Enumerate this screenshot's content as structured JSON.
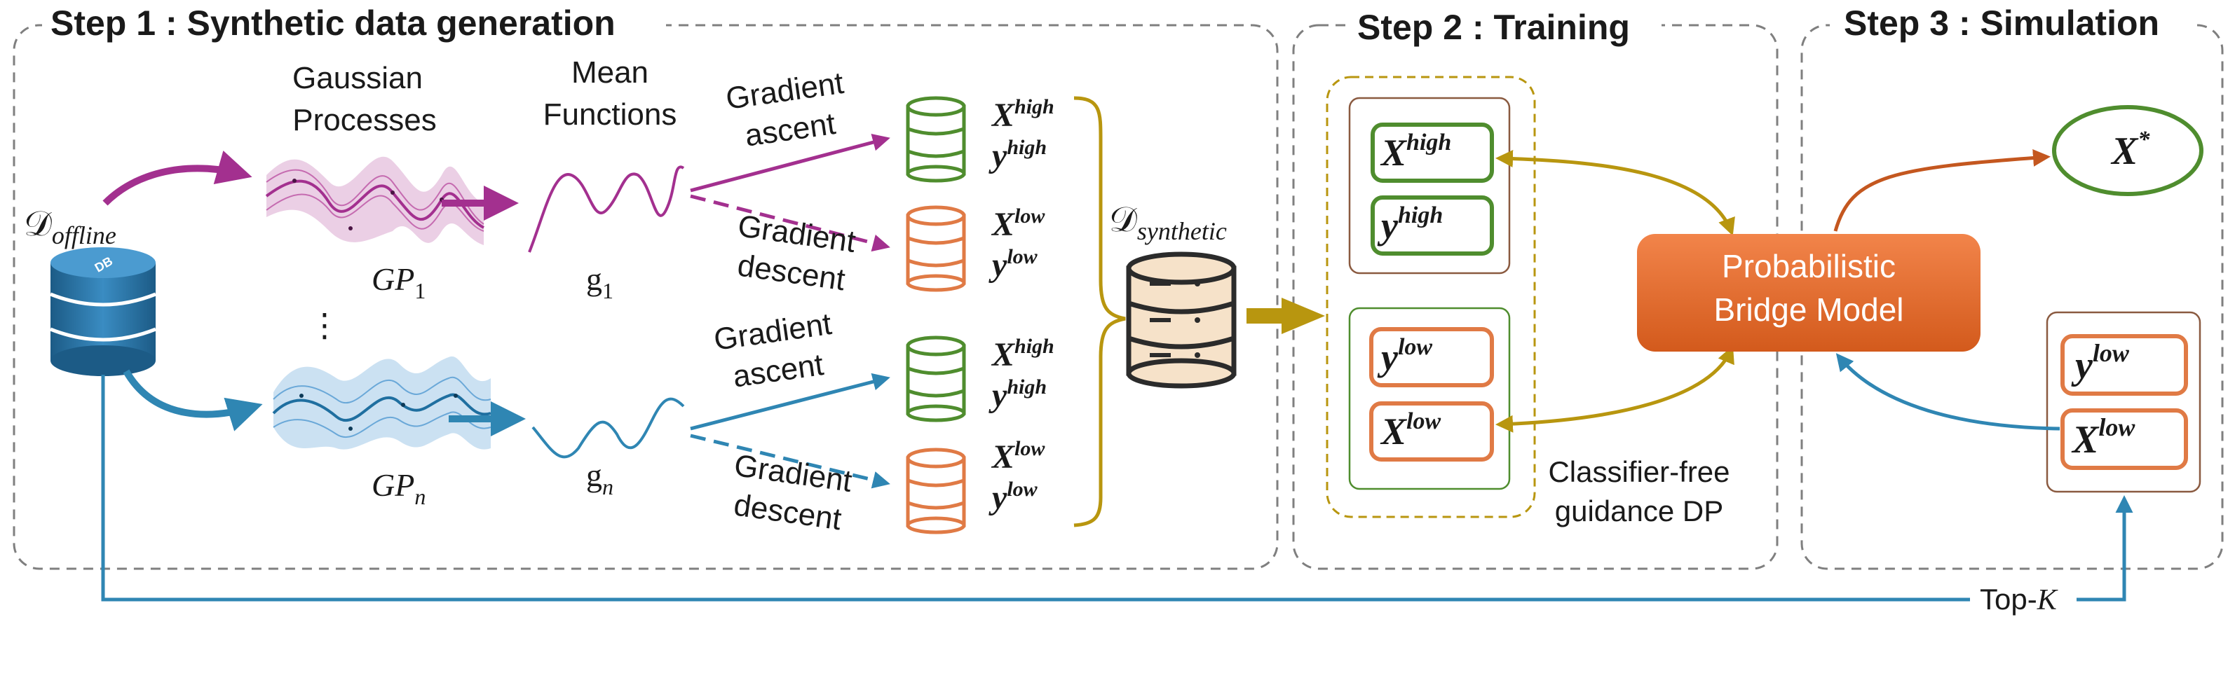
{
  "steps": {
    "step1": "Step 1 : Synthetic data generation",
    "step2": "Step 2 : Training",
    "step3": "Step 3 : Simulation"
  },
  "step1": {
    "d_symbol": "𝒟",
    "d_offline_sub": "offline",
    "db_badge": "DB",
    "gp_header_line1": "Gaussian",
    "gp_header_line2": "Processes",
    "mean_header_line1": "Mean",
    "mean_header_line2": "Functions",
    "gp1_label": "GP",
    "gp1_sub": "1",
    "gpn_label": "GP",
    "gpn_sub": "n",
    "vdots": "⋮",
    "g1_label": "g",
    "g1_sub": "1",
    "gn_label": "g",
    "gn_sub": "n",
    "grad_ascent_1_line1": "Gradient",
    "grad_ascent_1_line2": "ascent",
    "grad_descent_1_line1": "Gradient",
    "grad_descent_1_line2": "descent",
    "grad_ascent_2_line1": "Gradient",
    "grad_ascent_2_line2": "ascent",
    "grad_descent_2_line1": "Gradient",
    "grad_descent_2_line2": "descent",
    "x_sym": "X",
    "y_sym": "y",
    "high_sup": "high",
    "low_sup": "low",
    "d_synthetic_sub": "synthetic"
  },
  "step2": {
    "x_sym": "X",
    "y_sym": "y",
    "high_sup": "high",
    "low_sup": "low",
    "guidance_line1": "Classifier-free",
    "guidance_line2": "guidance DP"
  },
  "step3": {
    "model_line1": "Probabilistic",
    "model_line2": "Bridge Model",
    "x_star": "X",
    "x_star_sup": "*",
    "x_sym": "X",
    "y_sym": "y",
    "low_sup": "low"
  },
  "bottom": {
    "topk_prefix": "Top-",
    "topk_var": "K"
  },
  "colors": {
    "purple": "#a3308f",
    "blue": "#2f86b3",
    "green": "#4f8d2e",
    "orange": "#e07a45",
    "gold": "#b8960f",
    "model_fill": "#e36a2a",
    "brown_frame": "#8a5a40",
    "dash": "#7f7f7f"
  }
}
